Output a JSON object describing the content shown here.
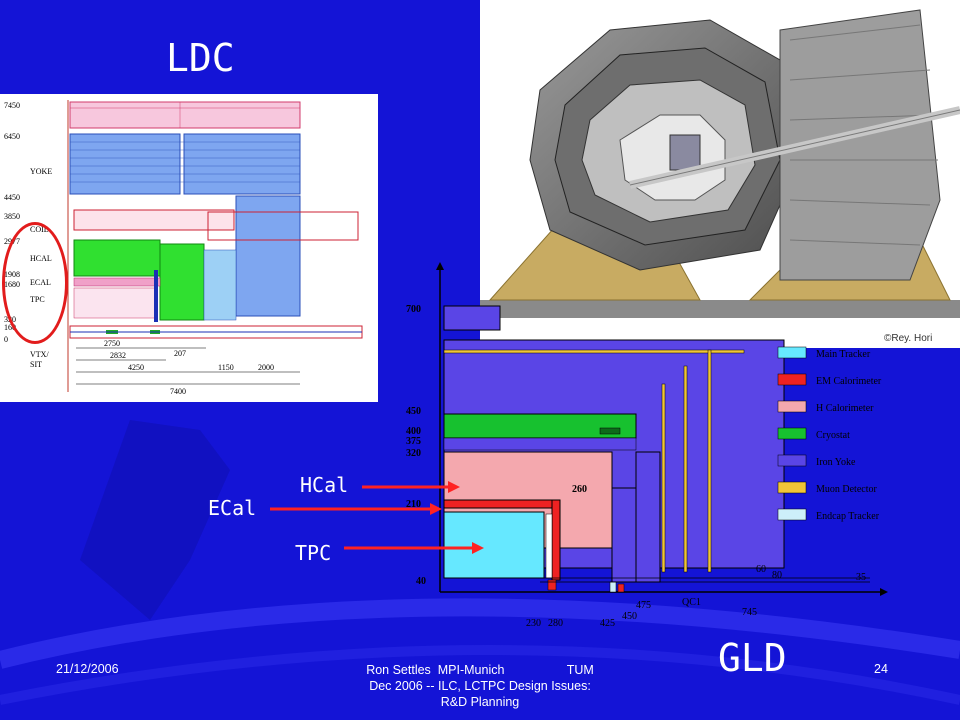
{
  "slide": {
    "title_ldc": "LDC",
    "title_gld": "GLD",
    "date": "21/12/2006",
    "footer_line1": "Ron Settles  MPI-Munich                  TUM",
    "footer_line2": "Dec 2006 -- ILC, LCTPC Design Issues:",
    "footer_line3": "R&D Planning",
    "page_number": "24",
    "labels": {
      "hcal": "HCal",
      "ecal": "ECal",
      "tpc": "TPC"
    }
  },
  "ldc_drawing": {
    "y_ticks": [
      "7450",
      "6450",
      "4450",
      "3850",
      "2977",
      "1908",
      "1680",
      "320",
      "160",
      "0"
    ],
    "sections": [
      "YOKE",
      "COIL",
      "HCAL",
      "ECAL",
      "TPC",
      "VTX/",
      "SIT"
    ],
    "dimensions": [
      "2750",
      "207",
      "2832",
      "4250",
      "1150",
      "2000",
      "7400"
    ]
  },
  "gld_render": {
    "credit": "©Rey. Hori"
  },
  "gld_drawing": {
    "y_ticks": [
      "700",
      "450",
      "400",
      "375",
      "320",
      "210",
      "40"
    ],
    "inner_labels": [
      "260",
      "60",
      "80",
      "35",
      "QC1"
    ],
    "bottom_labels": [
      "230",
      "280",
      "425",
      "450",
      "475",
      "745"
    ],
    "legend": [
      {
        "label": "Main Tracker",
        "color": "#66e8ff"
      },
      {
        "label": "EM Calorimeter",
        "color": "#ee2222"
      },
      {
        "label": "H Calorimeter",
        "color": "#f4a8ae"
      },
      {
        "label": "Cryostat",
        "color": "#17c12f"
      },
      {
        "label": "Iron Yoke",
        "color": "#5a45e6"
      },
      {
        "label": "Muon Detector",
        "color": "#f0c537"
      },
      {
        "label": "Endcap Tracker",
        "color": "#cdeffa"
      }
    ]
  }
}
